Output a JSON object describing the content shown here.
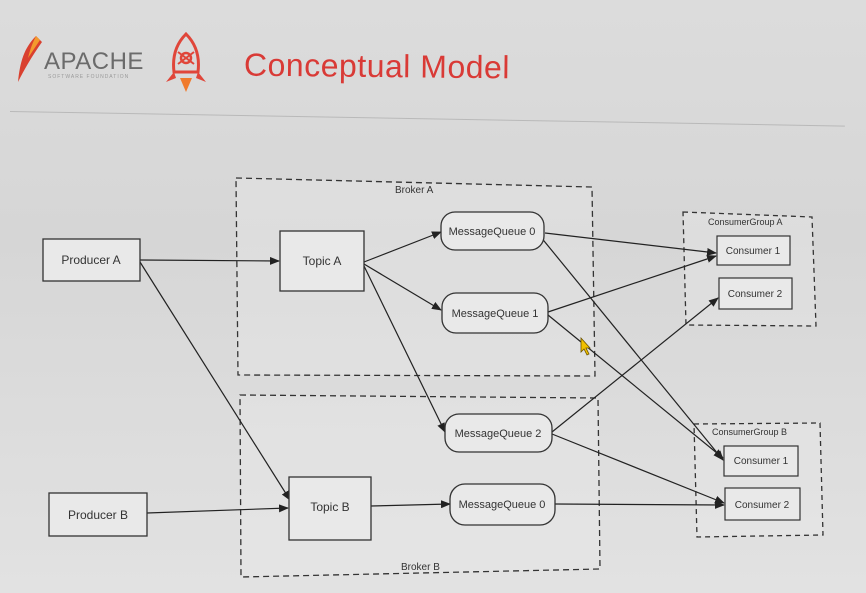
{
  "slide": {
    "logo_text": "APACHE",
    "logo_subtext": "SOFTWARE FOUNDATION",
    "title": "Conceptual  Model"
  },
  "diagram": {
    "brokers": [
      {
        "label": "Broker A"
      },
      {
        "label": "Broker B"
      }
    ],
    "consumer_groups": [
      {
        "label": "ConsumerGroup A"
      },
      {
        "label": "ConsumerGroup B"
      }
    ],
    "producers": [
      {
        "label": "Producer A"
      },
      {
        "label": "Producer B"
      }
    ],
    "topics": [
      {
        "label": "Topic A"
      },
      {
        "label": "Topic B"
      }
    ],
    "queues": [
      {
        "label": "MessageQueue 0"
      },
      {
        "label": "MessageQueue 1"
      },
      {
        "label": "MessageQueue 2"
      },
      {
        "label": "MessageQueue 0"
      }
    ],
    "consumers": [
      {
        "label": "Consumer 1"
      },
      {
        "label": "Consumer 2"
      },
      {
        "label": "Consumer 1"
      },
      {
        "label": "Consumer 2"
      }
    ],
    "colors": {
      "title": "#d93a36",
      "line": "#222222",
      "box_border": "#333333"
    }
  }
}
